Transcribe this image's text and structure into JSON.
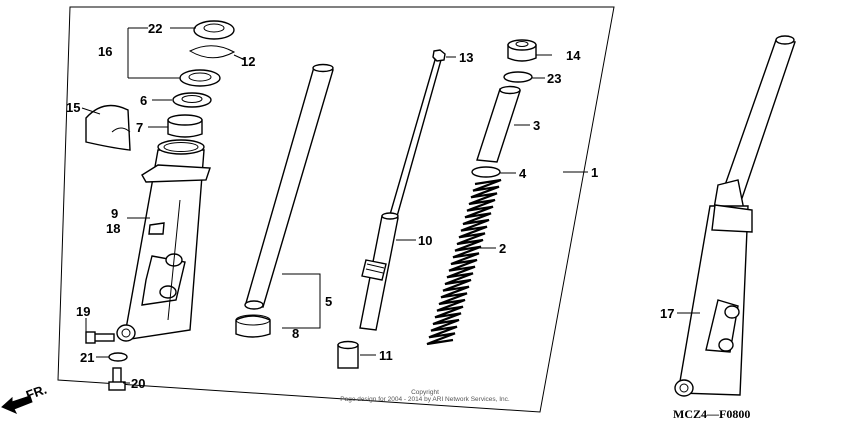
{
  "labels": {
    "n1": "1",
    "n2": "2",
    "n3": "3",
    "n4": "4",
    "n5": "5",
    "n6": "6",
    "n7": "7",
    "n8": "8",
    "n9": "9",
    "n10": "10",
    "n11": "11",
    "n12": "12",
    "n13": "13",
    "n14": "14",
    "n15": "15",
    "n16": "16",
    "n17": "17",
    "n18": "18",
    "n19": "19",
    "n20": "20",
    "n21": "21",
    "n22": "22",
    "n23": "23"
  },
  "direction_label": "FR.",
  "diagram_code": "MCZ4—F0800",
  "copyright_line1": "Copyright",
  "copyright_line2": "Page design for 2004 - 2014 by ARI Network Services, Inc."
}
